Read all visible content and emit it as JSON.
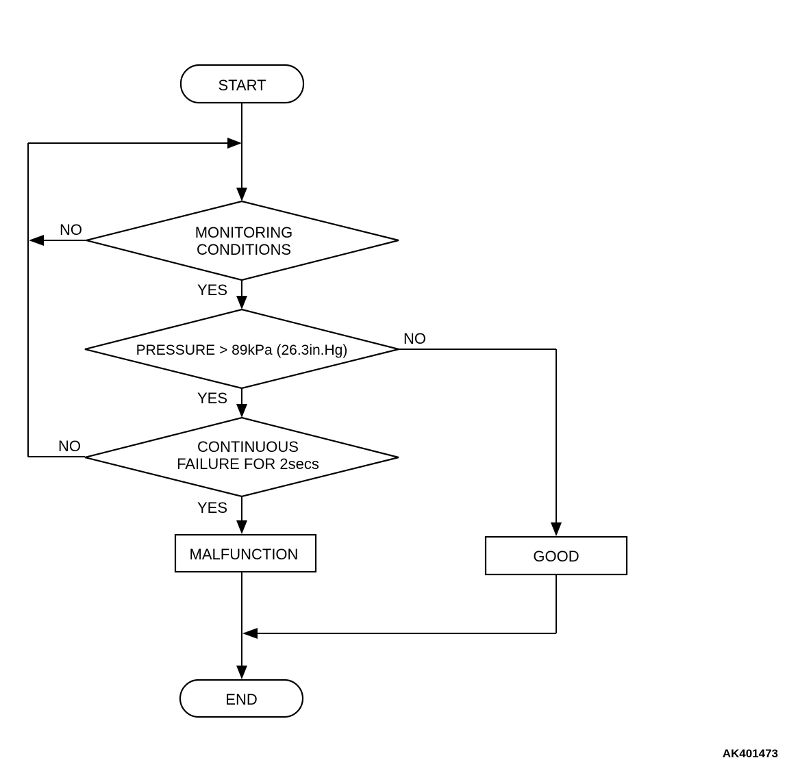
{
  "nodes": {
    "start": "START",
    "monitoring": [
      "MONITORING",
      "CONDITIONS"
    ],
    "pressure": "PRESSURE > 89kPa (26.3in.Hg)",
    "continuous": [
      "CONTINUOUS",
      "FAILURE FOR 2secs"
    ],
    "malfunction": "MALFUNCTION",
    "good": "GOOD",
    "end": "END"
  },
  "edge_labels": {
    "monitoring_no": "NO",
    "monitoring_yes": "YES",
    "pressure_no": "NO",
    "pressure_yes": "YES",
    "continuous_no": "NO",
    "continuous_yes": "YES"
  },
  "figure_code": "AK401473"
}
